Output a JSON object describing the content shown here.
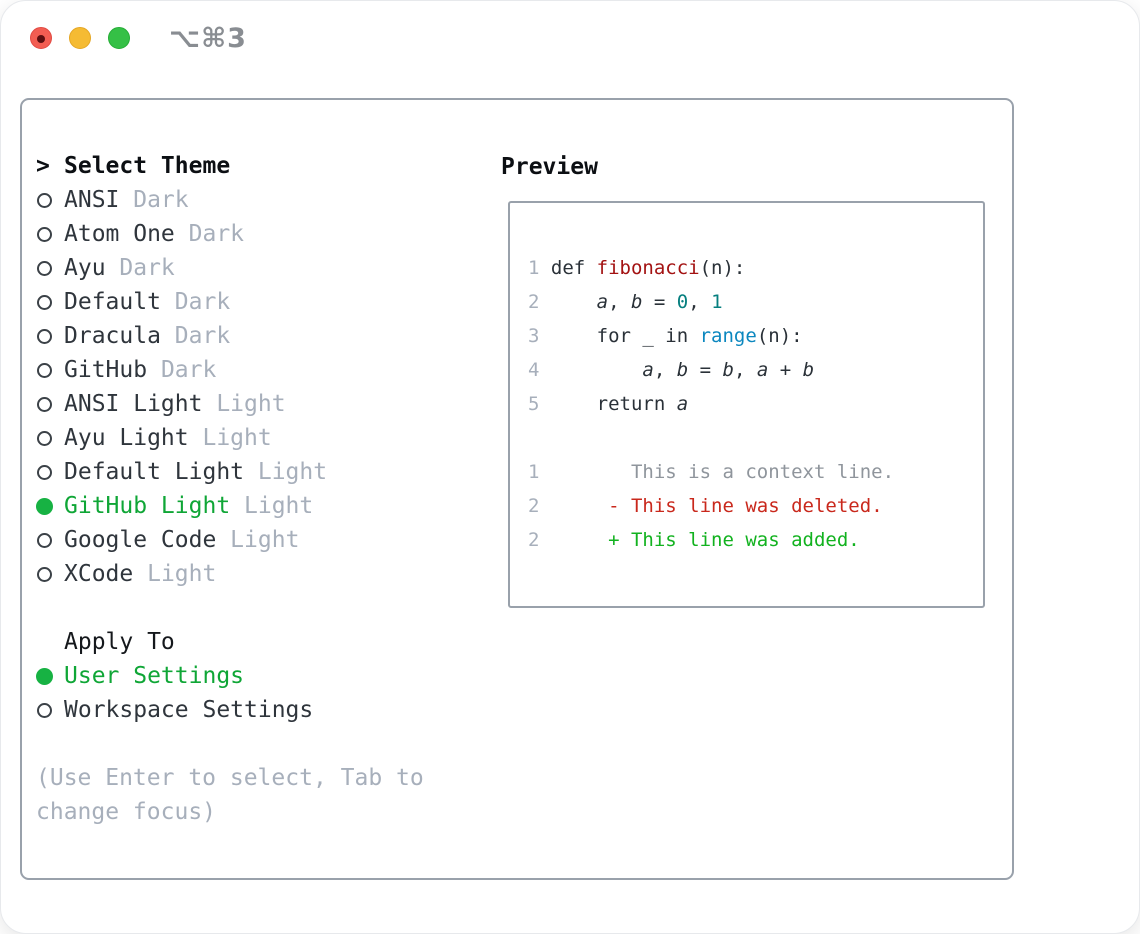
{
  "window": {
    "title_shortcut": "⌥⌘3",
    "traffic_lights": [
      "close",
      "minimize",
      "zoom"
    ]
  },
  "colors": {
    "panel_border": "#99a1ab",
    "selected_green_text": "#0fa636",
    "selected_green_bullet": "#17b243",
    "added_green": "#12b21f",
    "deleted_red": "#c9281c",
    "function_red": "#a31212",
    "number_teal": "#067f7f",
    "builtin_blue": "#0b87bf",
    "muted_gray": "#a7afbb",
    "context_gray": "#8f959c",
    "text_dark": "#2f353c"
  },
  "theme_panel": {
    "header": {
      "prefix": ">",
      "label": "Select Theme"
    },
    "themes": [
      {
        "label": "ANSI",
        "variant": "Dark",
        "selected": false
      },
      {
        "label": "Atom One",
        "variant": "Dark",
        "selected": false
      },
      {
        "label": "Ayu",
        "variant": "Dark",
        "selected": false
      },
      {
        "label": "Default",
        "variant": "Dark",
        "selected": false
      },
      {
        "label": "Dracula",
        "variant": "Dark",
        "selected": false
      },
      {
        "label": "GitHub",
        "variant": "Dark",
        "selected": false
      },
      {
        "label": "ANSI Light",
        "variant": "Light",
        "selected": false
      },
      {
        "label": "Ayu Light",
        "variant": "Light",
        "selected": false
      },
      {
        "label": "Default Light",
        "variant": "Light",
        "selected": false
      },
      {
        "label": "GitHub Light",
        "variant": "Light",
        "selected": true
      },
      {
        "label": "Google Code",
        "variant": "Light",
        "selected": false
      },
      {
        "label": "XCode",
        "variant": "Light",
        "selected": false
      }
    ],
    "apply_to": {
      "header": "Apply To",
      "options": [
        {
          "label": "User Settings",
          "selected": true
        },
        {
          "label": "Workspace Settings",
          "selected": false
        }
      ]
    },
    "hint_lines": [
      "(Use Enter to select, Tab to",
      "change focus)"
    ]
  },
  "preview": {
    "title": "Preview",
    "lines": [
      {
        "num": "1 ",
        "segments": [
          {
            "t": "def ",
            "c": "p"
          },
          {
            "t": "fibonacci",
            "c": "fn"
          },
          {
            "t": "(n):",
            "c": "p"
          }
        ]
      },
      {
        "num": "2 ",
        "segments": [
          {
            "t": "    ",
            "c": "p"
          },
          {
            "t": "a",
            "c": "v"
          },
          {
            "t": ", ",
            "c": "p"
          },
          {
            "t": "b",
            "c": "v"
          },
          {
            "t": " = ",
            "c": "p"
          },
          {
            "t": "0",
            "c": "num"
          },
          {
            "t": ", ",
            "c": "p"
          },
          {
            "t": "1",
            "c": "num"
          }
        ]
      },
      {
        "num": "3 ",
        "segments": [
          {
            "t": "    for _ in ",
            "c": "p"
          },
          {
            "t": "range",
            "c": "bi"
          },
          {
            "t": "(n):",
            "c": "p"
          }
        ]
      },
      {
        "num": "4 ",
        "segments": [
          {
            "t": "        ",
            "c": "p"
          },
          {
            "t": "a",
            "c": "v"
          },
          {
            "t": ", ",
            "c": "p"
          },
          {
            "t": "b",
            "c": "v"
          },
          {
            "t": " = ",
            "c": "p"
          },
          {
            "t": "b",
            "c": "v"
          },
          {
            "t": ", ",
            "c": "p"
          },
          {
            "t": "a",
            "c": "v"
          },
          {
            "t": " + ",
            "c": "p"
          },
          {
            "t": "b",
            "c": "v"
          }
        ]
      },
      {
        "num": "5 ",
        "segments": [
          {
            "t": "    return ",
            "c": "p"
          },
          {
            "t": "a",
            "c": "v"
          }
        ]
      },
      {
        "num": "",
        "segments": []
      },
      {
        "num": "1 ",
        "segments": [
          {
            "t": "       ",
            "c": "p"
          },
          {
            "t": "This is a context line.",
            "c": "ctx"
          }
        ]
      },
      {
        "num": "2 ",
        "segments": [
          {
            "t": "     ",
            "c": "p"
          },
          {
            "t": "- This line was deleted.",
            "c": "del"
          }
        ]
      },
      {
        "num": "2 ",
        "segments": [
          {
            "t": "     ",
            "c": "p"
          },
          {
            "t": "+ This line was added.",
            "c": "add"
          }
        ]
      }
    ]
  }
}
